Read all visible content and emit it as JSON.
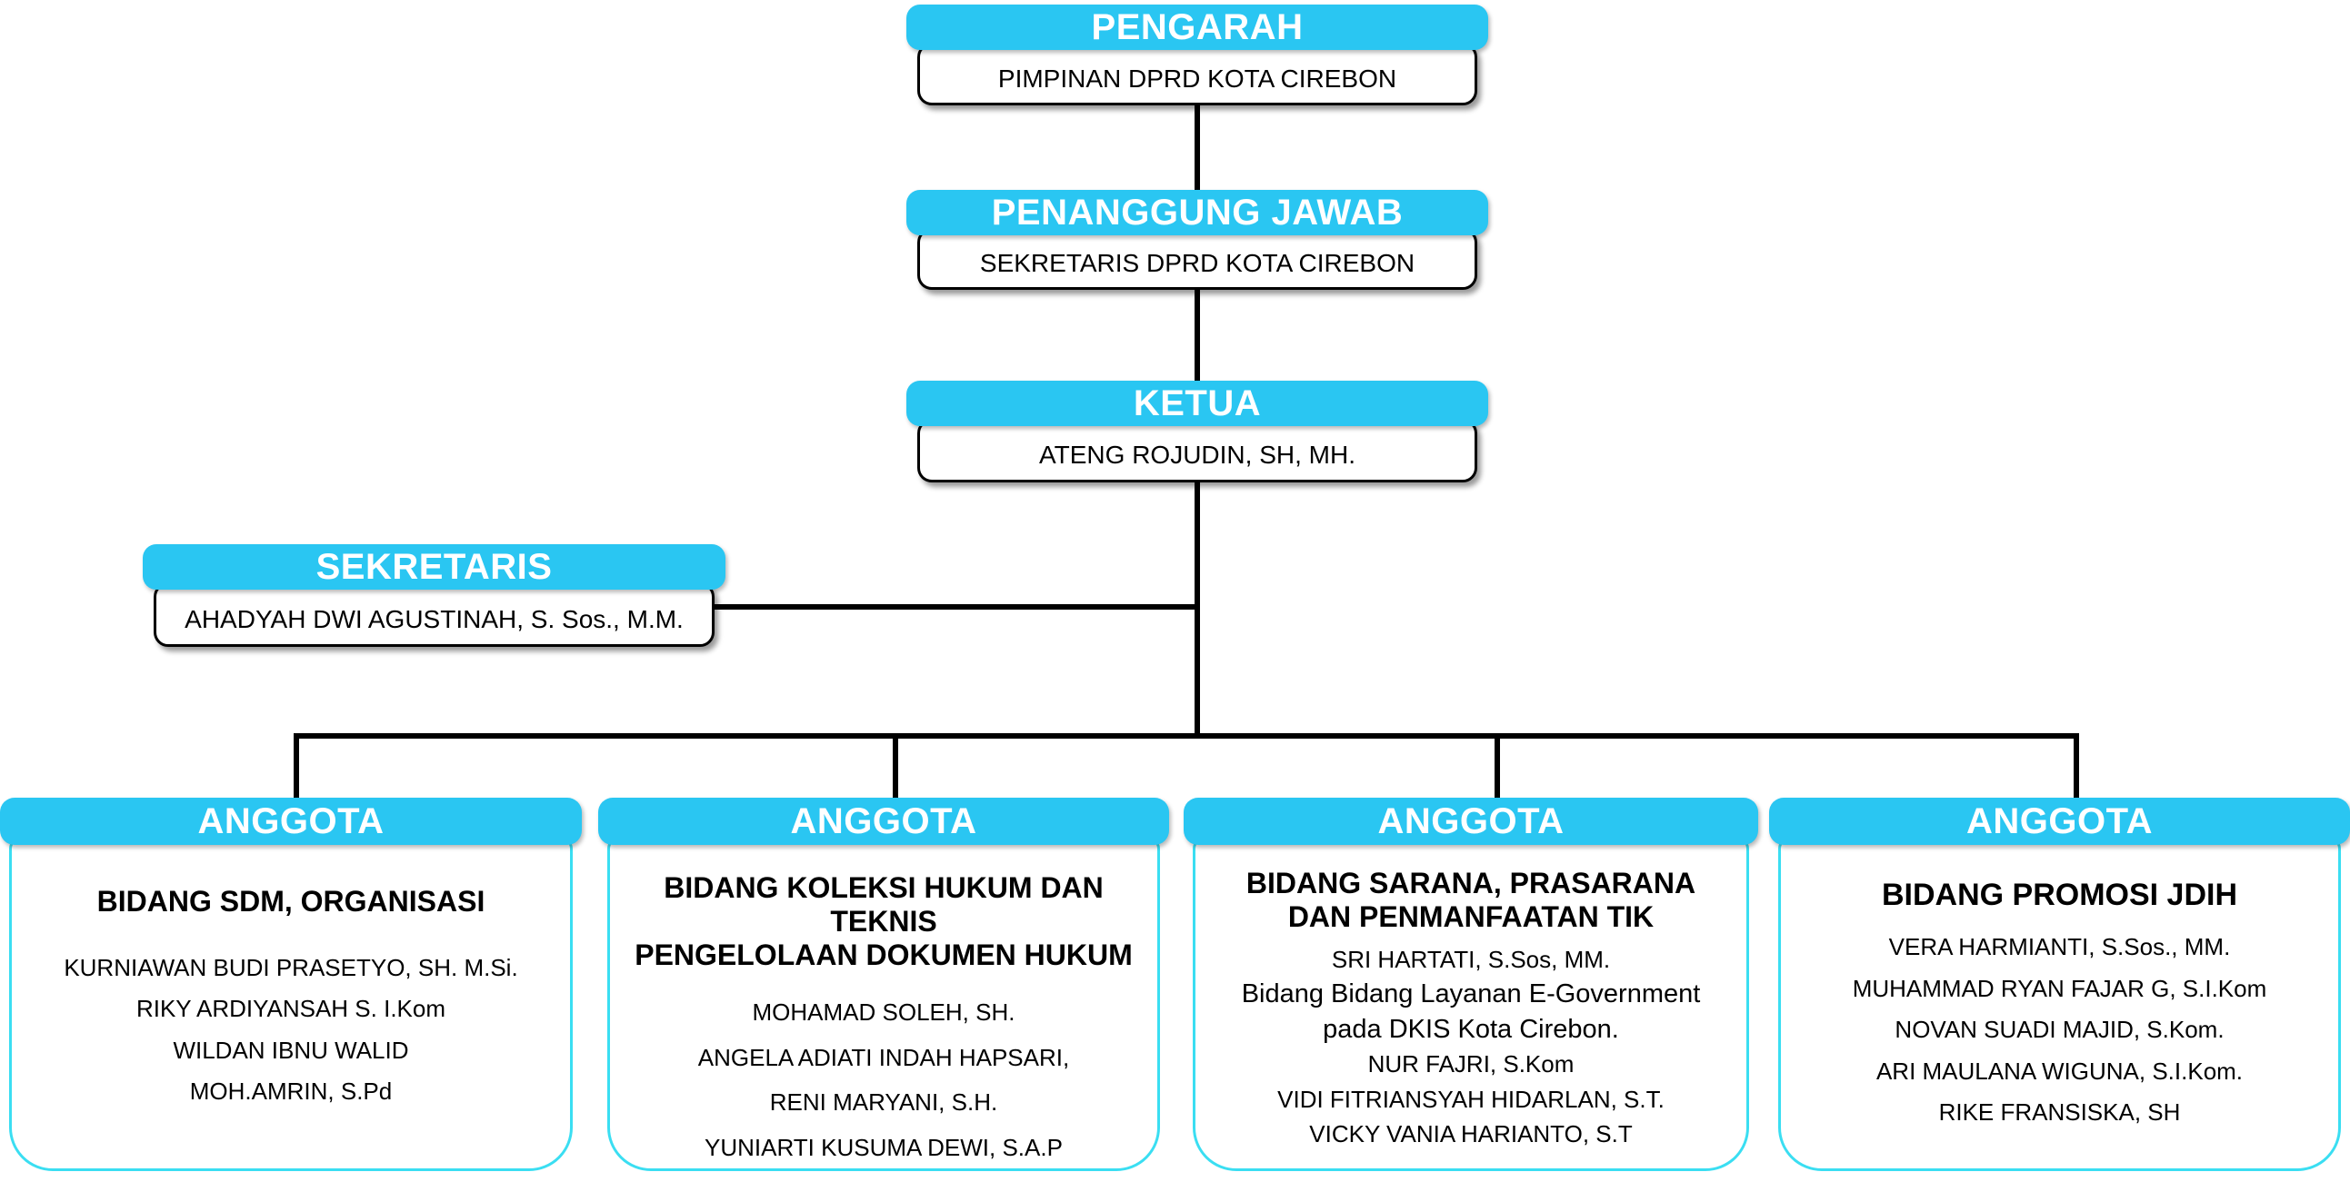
{
  "colors": {
    "header_bg": "#2ac6f2",
    "member_panel_border": "#3adef2",
    "top_panel_border": "#000000",
    "connector": "#000000",
    "header_text": "#ffffff",
    "body_text": "#000000"
  },
  "nodes": {
    "pengarah": {
      "title": "PENGARAH",
      "subtitle": "PIMPINAN DPRD KOTA CIREBON"
    },
    "penanggung_jawab": {
      "title": "PENANGGUNG JAWAB",
      "subtitle": "SEKRETARIS DPRD KOTA CIREBON"
    },
    "ketua": {
      "title": "KETUA",
      "subtitle": "ATENG ROJUDIN, SH, MH."
    },
    "sekretaris": {
      "title": "SEKRETARIS",
      "subtitle": "AHADYAH DWI AGUSTINAH, S. Sos., M.M."
    }
  },
  "groups": [
    {
      "header": "ANGGOTA",
      "title_lines": [
        "BIDANG SDM, ORGANISASI"
      ],
      "lines": [
        {
          "kind": "member",
          "text": "KURNIAWAN BUDI PRASETYO, SH. M.Si."
        },
        {
          "kind": "member",
          "text": "RIKY ARDIYANSAH S. I.Kom"
        },
        {
          "kind": "member",
          "text": "WILDAN IBNU WALID"
        },
        {
          "kind": "member",
          "text": "MOH.AMRIN, S.Pd"
        }
      ]
    },
    {
      "header": "ANGGOTA",
      "title_lines": [
        "BIDANG KOLEKSI HUKUM DAN TEKNIS",
        "PENGELOLAAN DOKUMEN HUKUM"
      ],
      "lines": [
        {
          "kind": "member",
          "text": "MOHAMAD SOLEH, SH."
        },
        {
          "kind": "member",
          "text": "ANGELA ADIATI INDAH HAPSARI,"
        },
        {
          "kind": "member",
          "text": "RENI MARYANI, S.H."
        },
        {
          "kind": "member",
          "text": "YUNIARTI KUSUMA DEWI, S.A.P"
        }
      ]
    },
    {
      "header": "ANGGOTA",
      "title_lines": [
        "BIDANG SARANA, PRASARANA",
        "DAN PENMANFAATAN TIK"
      ],
      "lines": [
        {
          "kind": "member",
          "text": "SRI HARTATI, S.Sos, MM."
        },
        {
          "kind": "note",
          "text": "Bidang Bidang Layanan E-Government"
        },
        {
          "kind": "note",
          "text": "pada DKIS Kota Cirebon."
        },
        {
          "kind": "member",
          "text": "NUR FAJRI, S.Kom"
        },
        {
          "kind": "member",
          "text": "VIDI FITRIANSYAH HIDARLAN, S.T."
        },
        {
          "kind": "member",
          "text": "VICKY VANIA HARIANTO, S.T"
        }
      ]
    },
    {
      "header": "ANGGOTA",
      "title_lines": [
        "BIDANG PROMOSI JDIH"
      ],
      "lines": [
        {
          "kind": "member",
          "text": "VERA HARMIANTI, S.Sos., MM."
        },
        {
          "kind": "member",
          "text": "MUHAMMAD RYAN FAJAR G, S.I.Kom"
        },
        {
          "kind": "member",
          "text": "NOVAN SUADI MAJID, S.Kom."
        },
        {
          "kind": "member",
          "text": "ARI MAULANA WIGUNA, S.I.Kom."
        },
        {
          "kind": "member",
          "text": "RIKE FRANSISKA, SH"
        }
      ]
    }
  ]
}
